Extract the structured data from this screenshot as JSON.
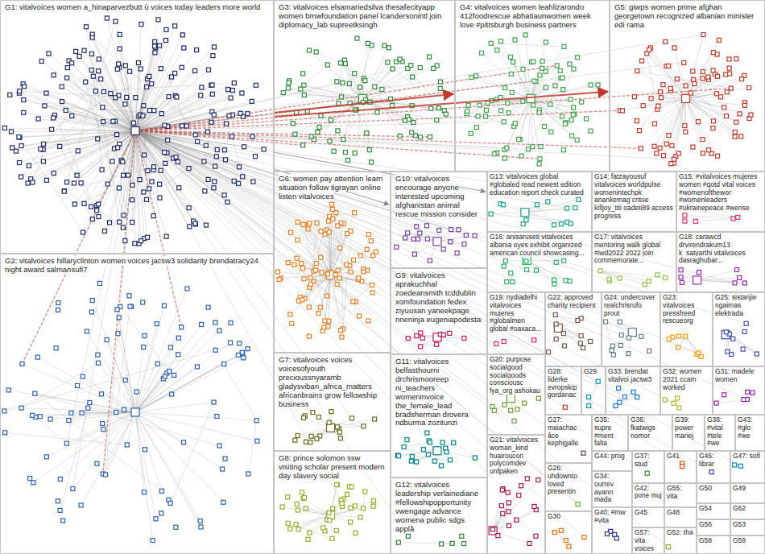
{
  "diagram": {
    "nodes": [
      {
        "text": [
          "G1: vitalvoices women a_hinaparvezbutt ù voices today leaders more world"
        ]
      },
      {
        "text": [
          "G3: vitalvoices elsamariedsilva thesafecityapp women bmwfoundation panel lcandersonintl join diplomacy_lab supreetksingh"
        ]
      },
      {
        "text": [
          "G4: vitalvoices women leahlizarondo 412foodrescue abhatiaunwomen week love #pittsburgh business partners"
        ]
      },
      {
        "text": [
          "G5: giwps women prime afghan georgetown recognized albanian minister edi rama"
        ]
      },
      {
        "text": [
          "G2: vitalvoices hillaryclinton women voices jacsw3 solidarity brendatracy24 night award salmansufi7"
        ]
      },
      {
        "text": [
          "G6: women pay attention learn situation follow tigrayan online listen vitalvoices"
        ]
      },
      {
        "text": [
          "G10: vitalvoices encourage anyone interested upcoming afghanistan animal rescue mission consider"
        ]
      },
      {
        "text": [
          "G13: vitalvoices global #globaled read newest edition education report check curated"
        ]
      },
      {
        "text": [
          "G14: fatzayousuf vitalvoices worldpulse womenintechpk anankemag critoe killjoy_titi oadeti89 access progress"
        ]
      },
      {
        "text": [
          "G15: #vitalvoices mujeres women #qotd vital voices #womenofthewor #womenleaders #ukrainepeace #werise"
        ]
      },
      {
        "text": [
          "G16: anisaruseti vitalvoices albania eyes exhibit organized american council showcasing..."
        ]
      },
      {
        "text": [
          "G17: vitalvoices mentoring walk global #iwd2022 2022 join commemorate..."
        ]
      },
      {
        "text": [
          "G18: carawcd drvirendrakum13 k_satyarthi vitalvoices dasraghubar..."
        ]
      },
      {
        "text": [
          "G9: vitalvoices aprakuchhal zoedeansmith tcddublin xomfoundation fedex ziyuusan yaneekpage nneninja eugeniapodesta"
        ]
      },
      {
        "text": [
          "G19: nydiadelhi vitalvoices mujeres #globalmen global #oaxaca..."
        ]
      },
      {
        "text": [
          "G22: approved charity recipient"
        ]
      },
      {
        "text": [
          "G24: undercover realchrisrufo prout"
        ]
      },
      {
        "text": [
          "G23: vitalvoices pressfreed rescueorg"
        ]
      },
      {
        "text": [
          "G25: sistanjie ngaimas elektrada"
        ]
      },
      {
        "text": [
          "G7: vitalvoices voices voicesofyouth precioussnyaramb gladysviban_africa_matters africanbrains grow fellowship business"
        ]
      },
      {
        "text": [
          "G11: vitalvoices belfasthourni drchrismooreep ni_teachers womeninvoice the_female_lead bradsherman drovera ndburma zozitunzi"
        ]
      },
      {
        "text": [
          "G20: purpose socialgood socialgoods consciousc fya_org ashokau"
        ]
      },
      {
        "text": [
          "G28: liderke evropskip gordanac"
        ]
      },
      {
        "text": [
          "G29"
        ]
      },
      {
        "text": [
          "G33: brendat vitalvoi jacsw3"
        ]
      },
      {
        "text": [
          "G32: women 2021 ccam worked"
        ]
      },
      {
        "text": [
          "G31: madele women"
        ]
      },
      {
        "text": [
          "G27: maiachac âce kephigalle"
        ]
      },
      {
        "text": [
          "G35: supre #ment falta"
        ]
      },
      {
        "text": [
          "G36: fkatwigs nomor"
        ]
      },
      {
        "text": [
          "G39: power mariej"
        ]
      },
      {
        "text": [
          "G38: #vital #tele #we"
        ]
      },
      {
        "text": [
          "G43: #glo #we"
        ]
      },
      {
        "text": [
          "G21: vitalvoices woman_kind huairoucon polycomdev unfpaken"
        ]
      },
      {
        "text": [
          "G8: prince solomon ssw visiting scholar present modern day slavery social"
        ]
      },
      {
        "text": [
          "G44: prog"
        ]
      },
      {
        "text": [
          "G37: stud"
        ]
      },
      {
        "text": [
          "G41"
        ]
      },
      {
        "text": [
          "G46: librar"
        ]
      },
      {
        "text": [
          "G47: sofi"
        ]
      },
      {
        "text": [
          "G26: uhdownto loved presentin"
        ]
      },
      {
        "text": [
          "G34: ourrev ayann mada"
        ]
      },
      {
        "text": [
          "G12: vitalvoices leadership verlainediane #fellowshipopportunity vwengage advance womena public sdgs applâ"
        ]
      },
      {
        "text": [
          "G42: pone muj"
        ]
      },
      {
        "text": [
          "G55: vita"
        ]
      },
      {
        "text": [
          "G50"
        ]
      },
      {
        "text": [
          "G49"
        ]
      },
      {
        "text": [
          "G48"
        ]
      },
      {
        "text": [
          "G54"
        ]
      },
      {
        "text": [
          "G62"
        ]
      },
      {
        "text": [
          "G40: #mw #vita"
        ]
      },
      {
        "text": [
          "G30"
        ]
      },
      {
        "text": [
          "G45"
        ]
      },
      {
        "text": [
          "G57: vita voices"
        ]
      },
      {
        "text": [
          "G52: tha"
        ]
      },
      {
        "text": [
          "G56"
        ]
      },
      {
        "text": [
          "G53"
        ]
      },
      {
        "text": [
          "G58"
        ]
      },
      {
        "text": [
          "G59"
        ]
      }
    ],
    "edges": [
      {
        "from": 0,
        "to": 2,
        "arrow": "to"
      },
      {
        "from": 0,
        "to": 3,
        "arrow": "to"
      },
      {
        "from": 0,
        "to": 6,
        "arrow": "to"
      },
      {
        "from": 0,
        "to": 7,
        "arrow": "to"
      }
    ]
  }
}
